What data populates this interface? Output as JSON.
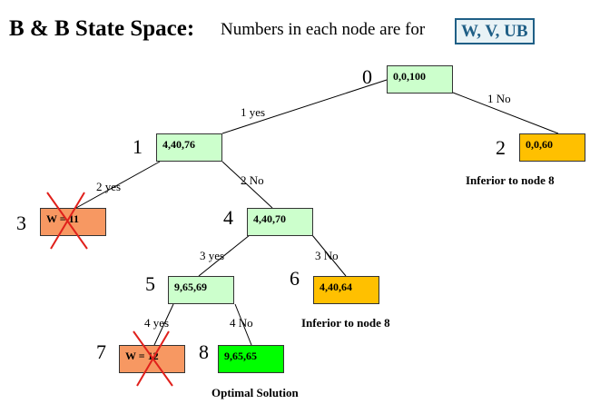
{
  "header": {
    "title": "B & B State Space:",
    "subtitle": "Numbers in each node are for",
    "legend": "W, V, UB"
  },
  "nodes": {
    "n0": {
      "number": "0",
      "values": "0,0,100"
    },
    "n1": {
      "number": "1",
      "values": "4,40,76"
    },
    "n2": {
      "number": "2",
      "values": "0,0,60"
    },
    "n3": {
      "number": "3",
      "values": "W = 11"
    },
    "n4": {
      "number": "4",
      "values": "4,40,70"
    },
    "n5": {
      "number": "5",
      "values": "9,65,69"
    },
    "n6": {
      "number": "6",
      "values": "4,40,64"
    },
    "n7": {
      "number": "7",
      "values": "W = 12"
    },
    "n8": {
      "number": "8",
      "values": "9,65,65"
    }
  },
  "edges": {
    "e01": "1 yes",
    "e02": "1 No",
    "e13": "2 yes",
    "e14": "2 No",
    "e45": "3 yes",
    "e46": "3 No",
    "e57": "4 yes",
    "e58": "4 No"
  },
  "notes": {
    "n2": "Inferior to node 8",
    "n6": "Inferior to node 8",
    "n8": "Optimal Solution"
  },
  "colors": {
    "explored": "#ccffcc",
    "optimal": "#00ff00",
    "inferior": "#ffc000",
    "infeasible": "#f79862",
    "cross": "#e0201b",
    "legend_text": "#1f5f86"
  }
}
